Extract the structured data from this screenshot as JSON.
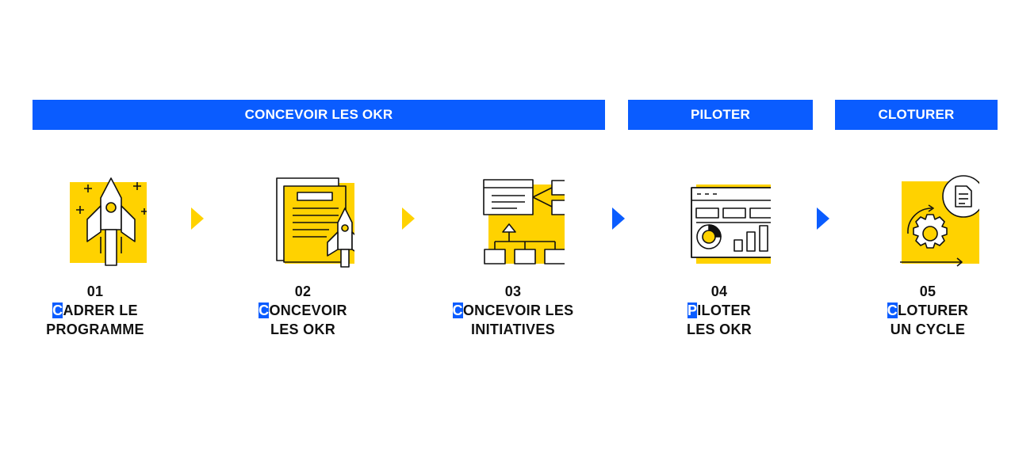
{
  "phases": [
    {
      "label": "CONCEVOIR LES OKR"
    },
    {
      "label": "PILOTER"
    },
    {
      "label": "CLOTURER"
    }
  ],
  "steps": [
    {
      "number": "01",
      "initial": "C",
      "line1_rest": "ADRER LE",
      "line2": "PROGRAMME",
      "icon": "rocket-icon"
    },
    {
      "number": "02",
      "initial": "C",
      "line1_rest": "ONCEVOIR",
      "line2": "LES OKR",
      "icon": "documents-rocket-icon"
    },
    {
      "number": "03",
      "initial": "C",
      "line1_rest": "ONCEVOIR LES",
      "line2": "INITIATIVES",
      "icon": "flowchart-icon"
    },
    {
      "number": "04",
      "initial": "P",
      "line1_rest": "ILOTER",
      "line2": "LES OKR",
      "icon": "dashboard-icon"
    },
    {
      "number": "05",
      "initial": "C",
      "line1_rest": "LOTURER",
      "line2": "UN CYCLE",
      "icon": "gear-cycle-icon"
    }
  ],
  "colors": {
    "accent_blue": "#0a5cff",
    "accent_yellow": "#ffd200",
    "line": "#111111"
  }
}
